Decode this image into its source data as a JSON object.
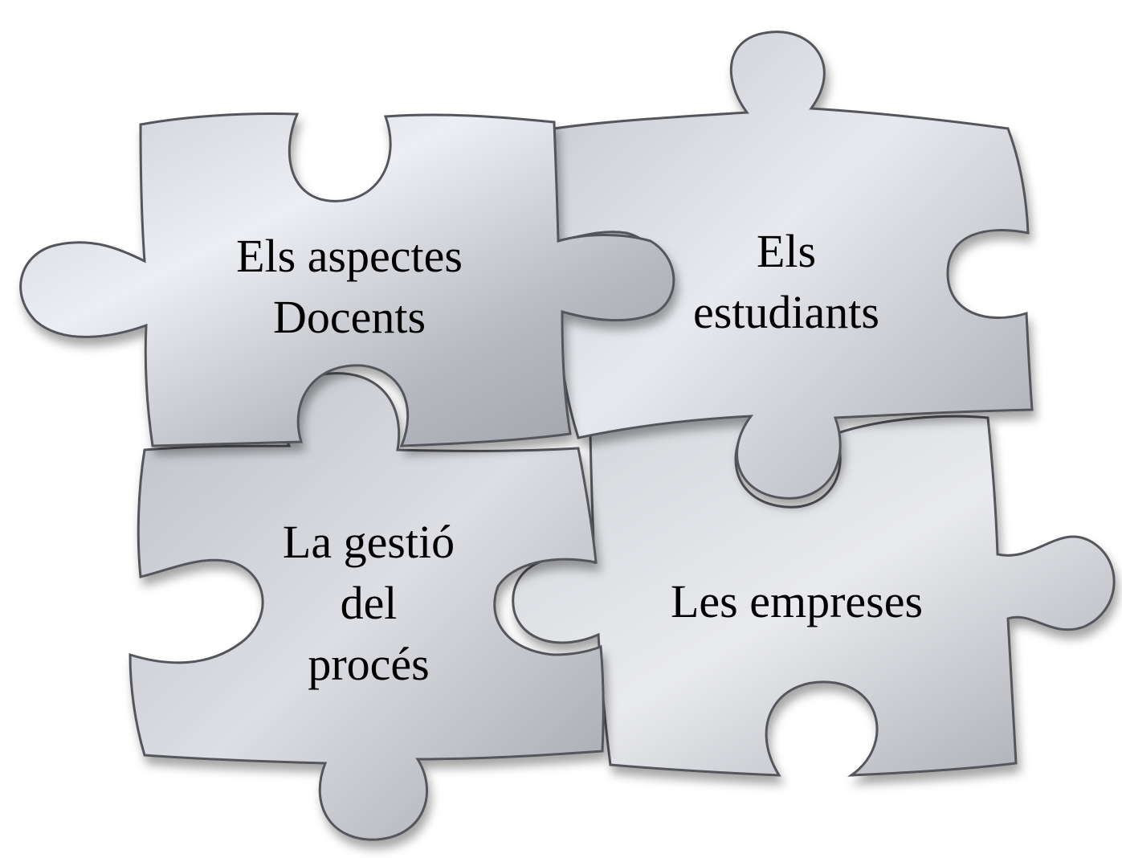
{
  "pieces": [
    {
      "id": "top-left",
      "lines": [
        "Els aspectes",
        "Docents"
      ]
    },
    {
      "id": "top-right",
      "lines": [
        "Els",
        "estudiants"
      ]
    },
    {
      "id": "bottom-left",
      "lines": [
        "La gestió",
        "del",
        "procés"
      ]
    },
    {
      "id": "bottom-right",
      "lines": [
        "Les empreses"
      ]
    }
  ],
  "colors": {
    "piece_light": "#e4e5ea",
    "piece_mid": "#b9bbc1",
    "piece_dark": "#8d8f96",
    "outline": "#55575c",
    "text": "#000000"
  }
}
